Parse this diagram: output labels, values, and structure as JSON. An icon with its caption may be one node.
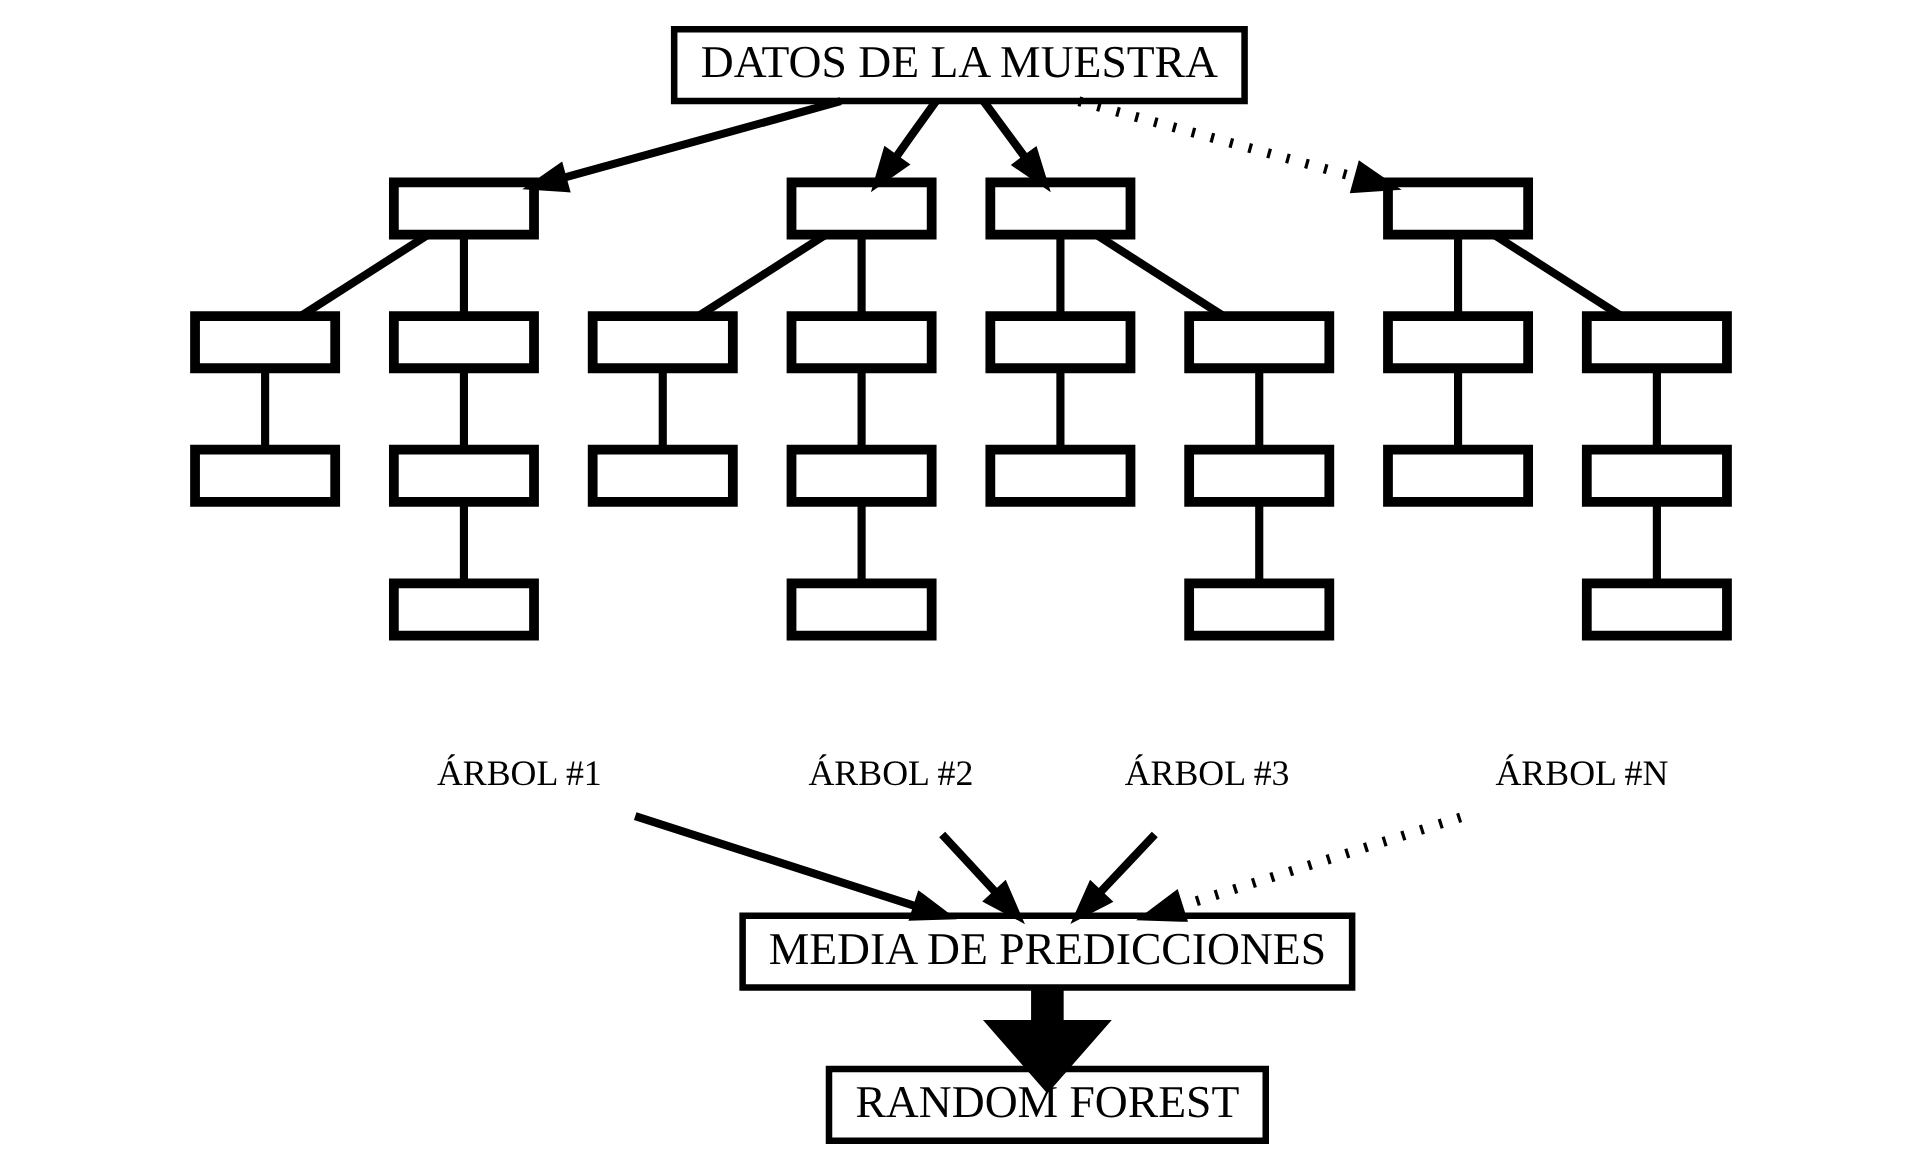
{
  "diagram": {
    "nodes": [
      {
        "text": [
          "DATOS DE LA MUESTRA"
        ]
      },
      {
        "text": [],
        "shape": "box"
      },
      {
        "text": [],
        "shape": "box"
      },
      {
        "text": [],
        "shape": "box"
      },
      {
        "text": [],
        "shape": "box"
      },
      {
        "text": [],
        "shape": "box"
      },
      {
        "text": [],
        "shape": "box"
      },
      {
        "text": [
          "ÁRBOL #1"
        ]
      },
      {
        "text": [],
        "shape": "box"
      },
      {
        "text": [],
        "shape": "box"
      },
      {
        "text": [],
        "shape": "box"
      },
      {
        "text": [],
        "shape": "box"
      },
      {
        "text": [],
        "shape": "box"
      },
      {
        "text": [],
        "shape": "box"
      },
      {
        "text": [
          "ÁRBOL #2"
        ]
      },
      {
        "text": [],
        "shape": "box"
      },
      {
        "text": [],
        "shape": "box"
      },
      {
        "text": [],
        "shape": "box"
      },
      {
        "text": [],
        "shape": "box"
      },
      {
        "text": [],
        "shape": "box"
      },
      {
        "text": [],
        "shape": "box"
      },
      {
        "text": [
          "ÁRBOL #3"
        ]
      },
      {
        "text": [],
        "shape": "box"
      },
      {
        "text": [],
        "shape": "box"
      },
      {
        "text": [],
        "shape": "box"
      },
      {
        "text": [],
        "shape": "box"
      },
      {
        "text": [],
        "shape": "box"
      },
      {
        "text": [],
        "shape": "box"
      },
      {
        "text": [
          "ÁRBOL #N"
        ]
      },
      {
        "text": [
          "MEDIA DE PREDICCIONES"
        ]
      },
      {
        "text": [
          "RANDOM FOREST"
        ]
      }
    ],
    "edges": [
      {
        "from": 0,
        "to": 1,
        "arrow": "to"
      },
      {
        "from": 0,
        "to": 8,
        "arrow": "to"
      },
      {
        "from": 0,
        "to": 15,
        "arrow": "to"
      },
      {
        "from": 0,
        "to": 22,
        "arrow": "to",
        "style": "dashed"
      },
      {
        "from": 1,
        "to": 2,
        "arrow": "none"
      },
      {
        "from": 1,
        "to": 3,
        "arrow": "none"
      },
      {
        "from": 2,
        "to": 4,
        "arrow": "none"
      },
      {
        "from": 3,
        "to": 5,
        "arrow": "none"
      },
      {
        "from": 5,
        "to": 6,
        "arrow": "none"
      },
      {
        "from": 8,
        "to": 9,
        "arrow": "none"
      },
      {
        "from": 8,
        "to": 10,
        "arrow": "none"
      },
      {
        "from": 9,
        "to": 11,
        "arrow": "none"
      },
      {
        "from": 10,
        "to": 12,
        "arrow": "none"
      },
      {
        "from": 12,
        "to": 13,
        "arrow": "none"
      },
      {
        "from": 15,
        "to": 16,
        "arrow": "none"
      },
      {
        "from": 15,
        "to": 17,
        "arrow": "none"
      },
      {
        "from": 16,
        "to": 18,
        "arrow": "none"
      },
      {
        "from": 17,
        "to": 19,
        "arrow": "none"
      },
      {
        "from": 19,
        "to": 20,
        "arrow": "none"
      },
      {
        "from": 22,
        "to": 23,
        "arrow": "none"
      },
      {
        "from": 22,
        "to": 24,
        "arrow": "none"
      },
      {
        "from": 23,
        "to": 25,
        "arrow": "none"
      },
      {
        "from": 24,
        "to": 26,
        "arrow": "none"
      },
      {
        "from": 26,
        "to": 27,
        "arrow": "none"
      },
      {
        "from": 7,
        "to": 29,
        "arrow": "to"
      },
      {
        "from": 14,
        "to": 29,
        "arrow": "to"
      },
      {
        "from": 21,
        "to": 29,
        "arrow": "to"
      },
      {
        "from": 28,
        "to": 29,
        "arrow": "to",
        "style": "dashed"
      },
      {
        "from": 29,
        "to": 30,
        "arrow": "to",
        "style": "thick"
      }
    ]
  }
}
